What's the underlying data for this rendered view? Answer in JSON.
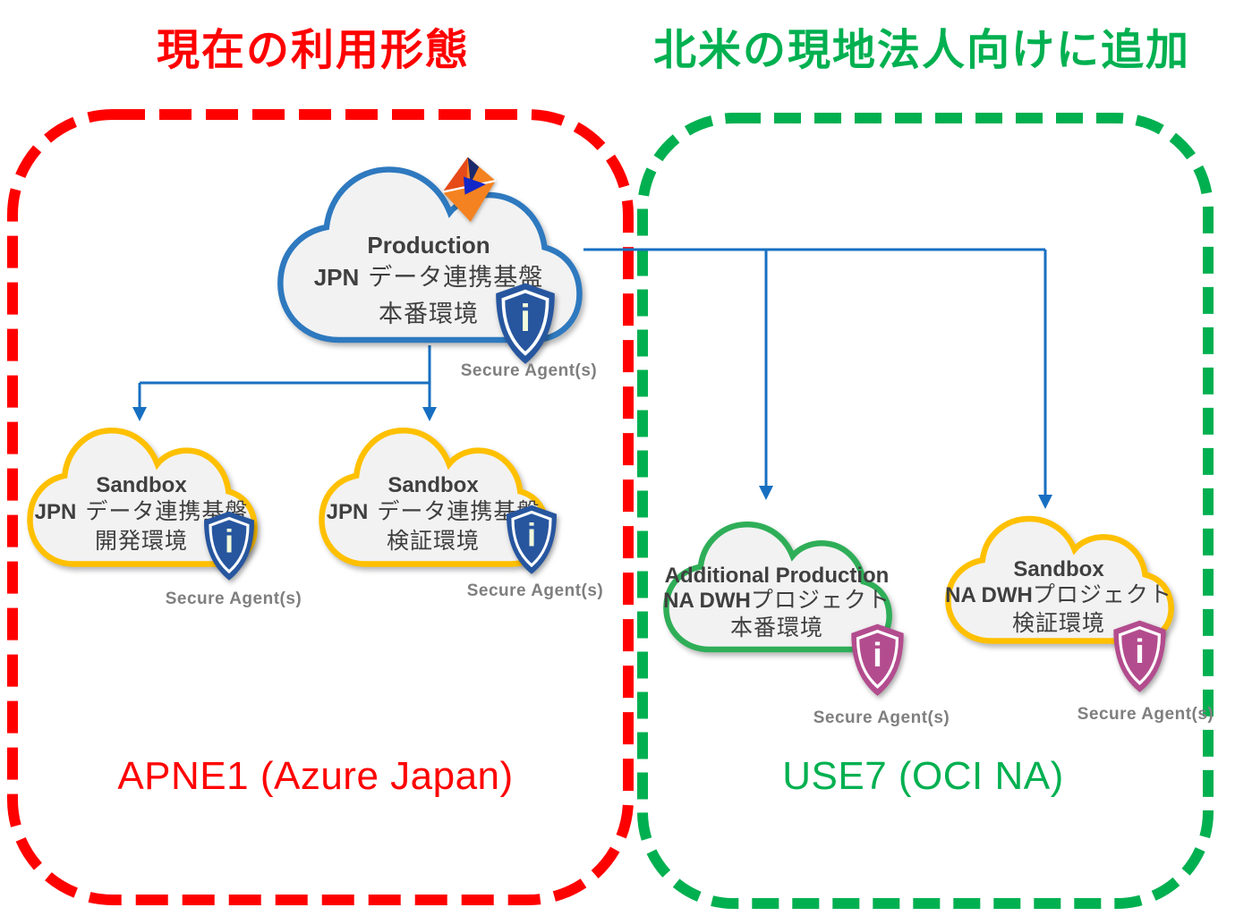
{
  "titles": {
    "left": "現在の利用形態",
    "right": "北米の現地法人向けに追加"
  },
  "regions": {
    "left_label": "APNE1 (Azure Japan)",
    "right_label": "USE7 (OCI NA)"
  },
  "clouds": {
    "production": {
      "line1": "Production",
      "line2_en": "JPN",
      "line2_jp": "データ連携基盤",
      "line3": "本番環境",
      "agent": "Secure Agent(s)"
    },
    "sandbox_dev": {
      "line1": "Sandbox",
      "line2_en": "JPN",
      "line2_jp": "データ連携基盤",
      "line3": "開発環境",
      "agent": "Secure Agent(s)"
    },
    "sandbox_verify": {
      "line1": "Sandbox",
      "line2_en": "JPN",
      "line2_jp": "データ連携基盤",
      "line3": "検証環境",
      "agent": "Secure Agent(s)"
    },
    "additional_production": {
      "line1": "Additional Production",
      "line2_en": "NA DWH",
      "line2_jp": "プロジェクト",
      "line3": "本番環境",
      "agent": "Secure Agent(s)"
    },
    "sandbox_na": {
      "line1": "Sandbox",
      "line2_en": "NA DWH",
      "line2_jp": "プロジェクト",
      "line3": "検証環境",
      "agent": "Secure Agent(s)"
    }
  },
  "shield": {
    "glyph": "i"
  },
  "colors": {
    "accent_red": "#FF0000",
    "accent_green": "#00B050",
    "connector_blue": "#176FC1",
    "cloud_fill": "#F2F2F2",
    "cloud_stroke_blue": "#2E79BF",
    "cloud_stroke_yellow": "#FFC000",
    "cloud_stroke_green": "#2FAE58",
    "shield_blue": "#27569F",
    "shield_magenta": "#B34C8E",
    "text_dark": "#3F3F3F",
    "text_gray": "#7F7F7F",
    "logo_orange": "#F58220",
    "logo_red_orange": "#E64A19",
    "logo_blue": "#1326C8",
    "logo_navy": "#1A2A6C"
  }
}
